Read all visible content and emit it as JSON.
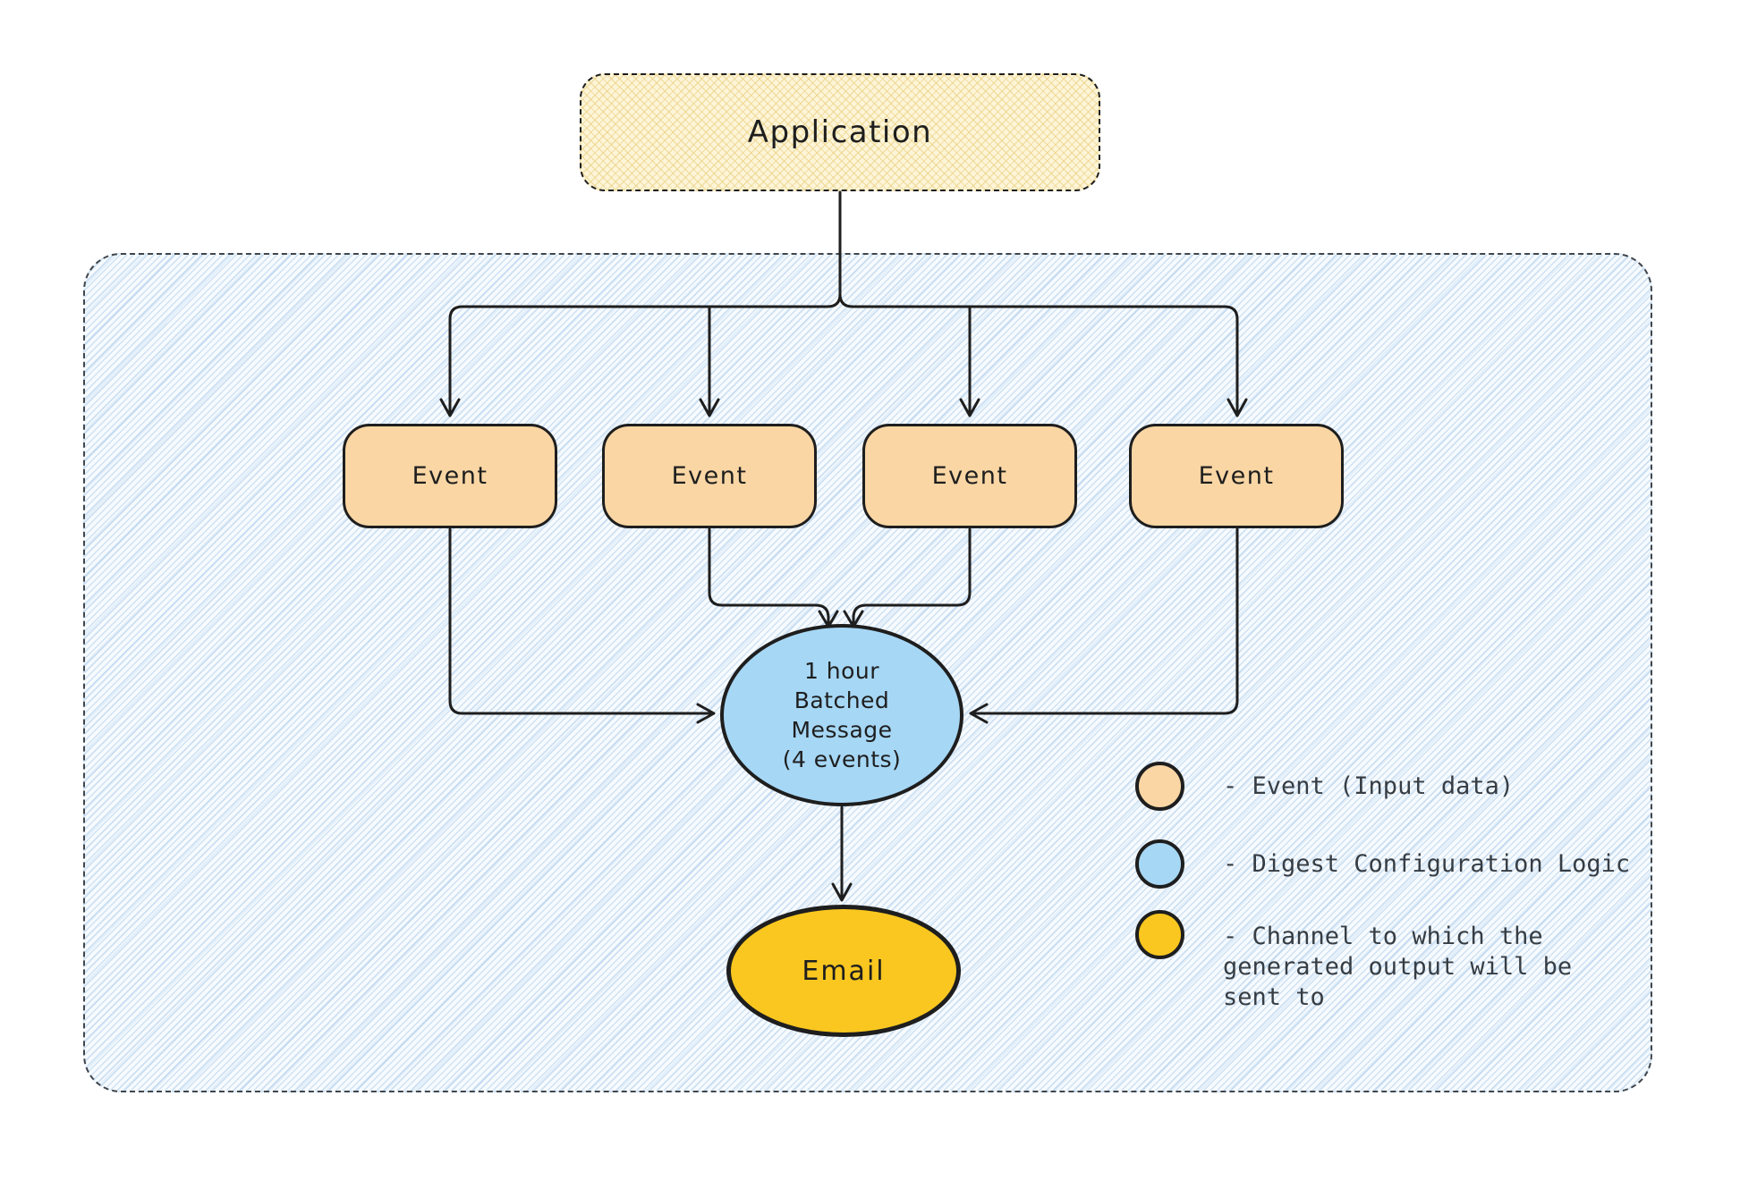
{
  "diagram": {
    "application": {
      "label": "Application"
    },
    "events": [
      {
        "label": "Event"
      },
      {
        "label": "Event"
      },
      {
        "label": "Event"
      },
      {
        "label": "Event"
      }
    ],
    "digest": {
      "label": "1 hour\nBatched\nMessage\n(4 events)"
    },
    "channel": {
      "label": "Email"
    },
    "legend": {
      "items": [
        {
          "swatch": "event-swatch",
          "color": "#f9d6a4",
          "label": "- Event (Input data)"
        },
        {
          "swatch": "digest-swatch",
          "color": "#a6d7f5",
          "label": "- Digest Configuration Logic"
        },
        {
          "swatch": "channel-swatch",
          "color": "#f9c71f",
          "label": "- Channel to which the generated output will be sent to"
        }
      ]
    },
    "colors": {
      "application_fill": "#fdf5d8",
      "event_fill": "#f9d6a4",
      "digest_fill": "#a6d7f5",
      "channel_fill": "#f9c71f",
      "container_fill": "#eaf3fb",
      "stroke": "#1e1e1e",
      "container_border": "#3f464d",
      "legend_text": "#363d44"
    }
  }
}
